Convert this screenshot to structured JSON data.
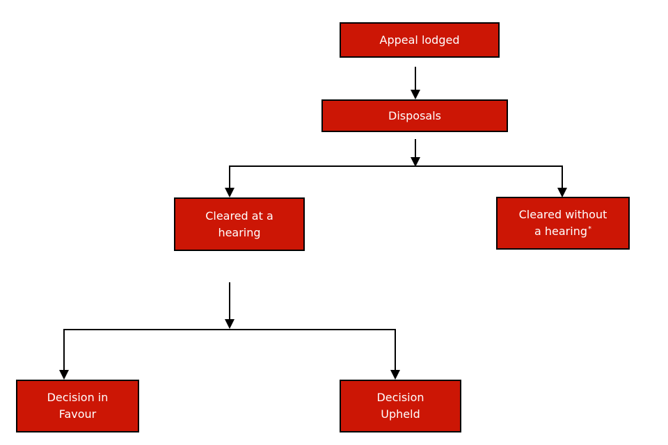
{
  "flowchart": {
    "nodes": {
      "appeal_lodged": {
        "line1": "Appeal lodged"
      },
      "disposals": {
        "line1": "Disposals"
      },
      "cleared_at_hearing": {
        "line1": "Cleared at a",
        "line2": "hearing"
      },
      "cleared_without_hearing": {
        "line1": "Cleared without",
        "line2": "a hearing",
        "footnote_marker": "*"
      },
      "decision_in_favour": {
        "line1": "Decision in",
        "line2": "Favour"
      },
      "decision_upheld": {
        "line1": "Decision",
        "line2": "Upheld"
      }
    },
    "colors": {
      "box_fill": "#CC1605",
      "box_border": "#000000",
      "box_text": "#FFFFFF",
      "connector": "#000000",
      "background": "#FFFFFF"
    }
  }
}
